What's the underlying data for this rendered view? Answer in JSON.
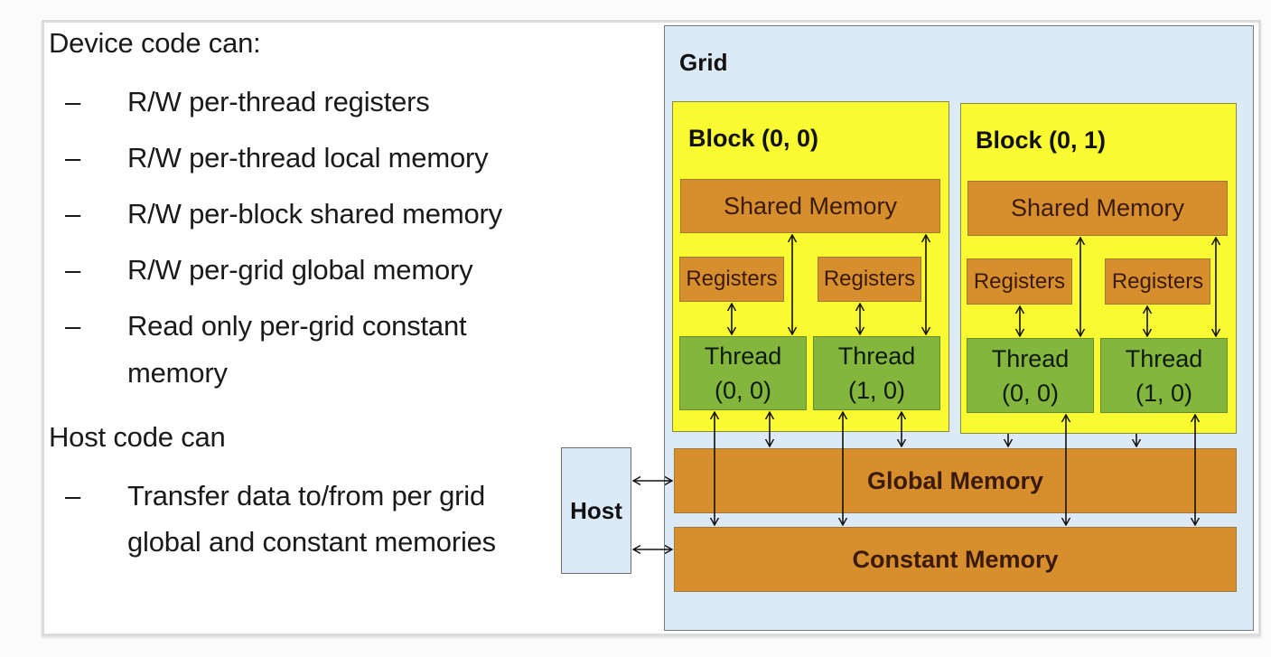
{
  "left_text": {
    "device_heading": "Device code can:",
    "device_items": [
      "R/W per-thread registers",
      "R/W per-thread local memory",
      "R/W per-block shared memory",
      "R/W per-grid global memory",
      "Read only per-grid constant",
      "memory"
    ],
    "host_heading": "Host code can",
    "host_items": [
      "Transfer data to/from per grid",
      "global and constant memories"
    ],
    "bullet": "–"
  },
  "diagram": {
    "grid_label": "Grid",
    "blocks": [
      {
        "label": "Block (0, 0)",
        "shared_memory": "Shared Memory",
        "registers": [
          "Registers",
          "Registers"
        ],
        "threads": [
          {
            "line1": "Thread",
            "line2": "(0, 0)"
          },
          {
            "line1": "Thread",
            "line2": "(1, 0)"
          }
        ]
      },
      {
        "label": "Block (0, 1)",
        "shared_memory": "Shared Memory",
        "registers": [
          "Registers",
          "Registers"
        ],
        "threads": [
          {
            "line1": "Thread",
            "line2": "(0, 0)"
          },
          {
            "line1": "Thread",
            "line2": "(1, 0)"
          }
        ]
      }
    ],
    "global_memory": "Global Memory",
    "constant_memory": "Constant Memory",
    "host": "Host"
  },
  "colors": {
    "grid_bg": "#dce9f7",
    "block_bg": "#fafa32",
    "memory_orange": "#d68f2c",
    "thread_green": "#84b53c"
  }
}
